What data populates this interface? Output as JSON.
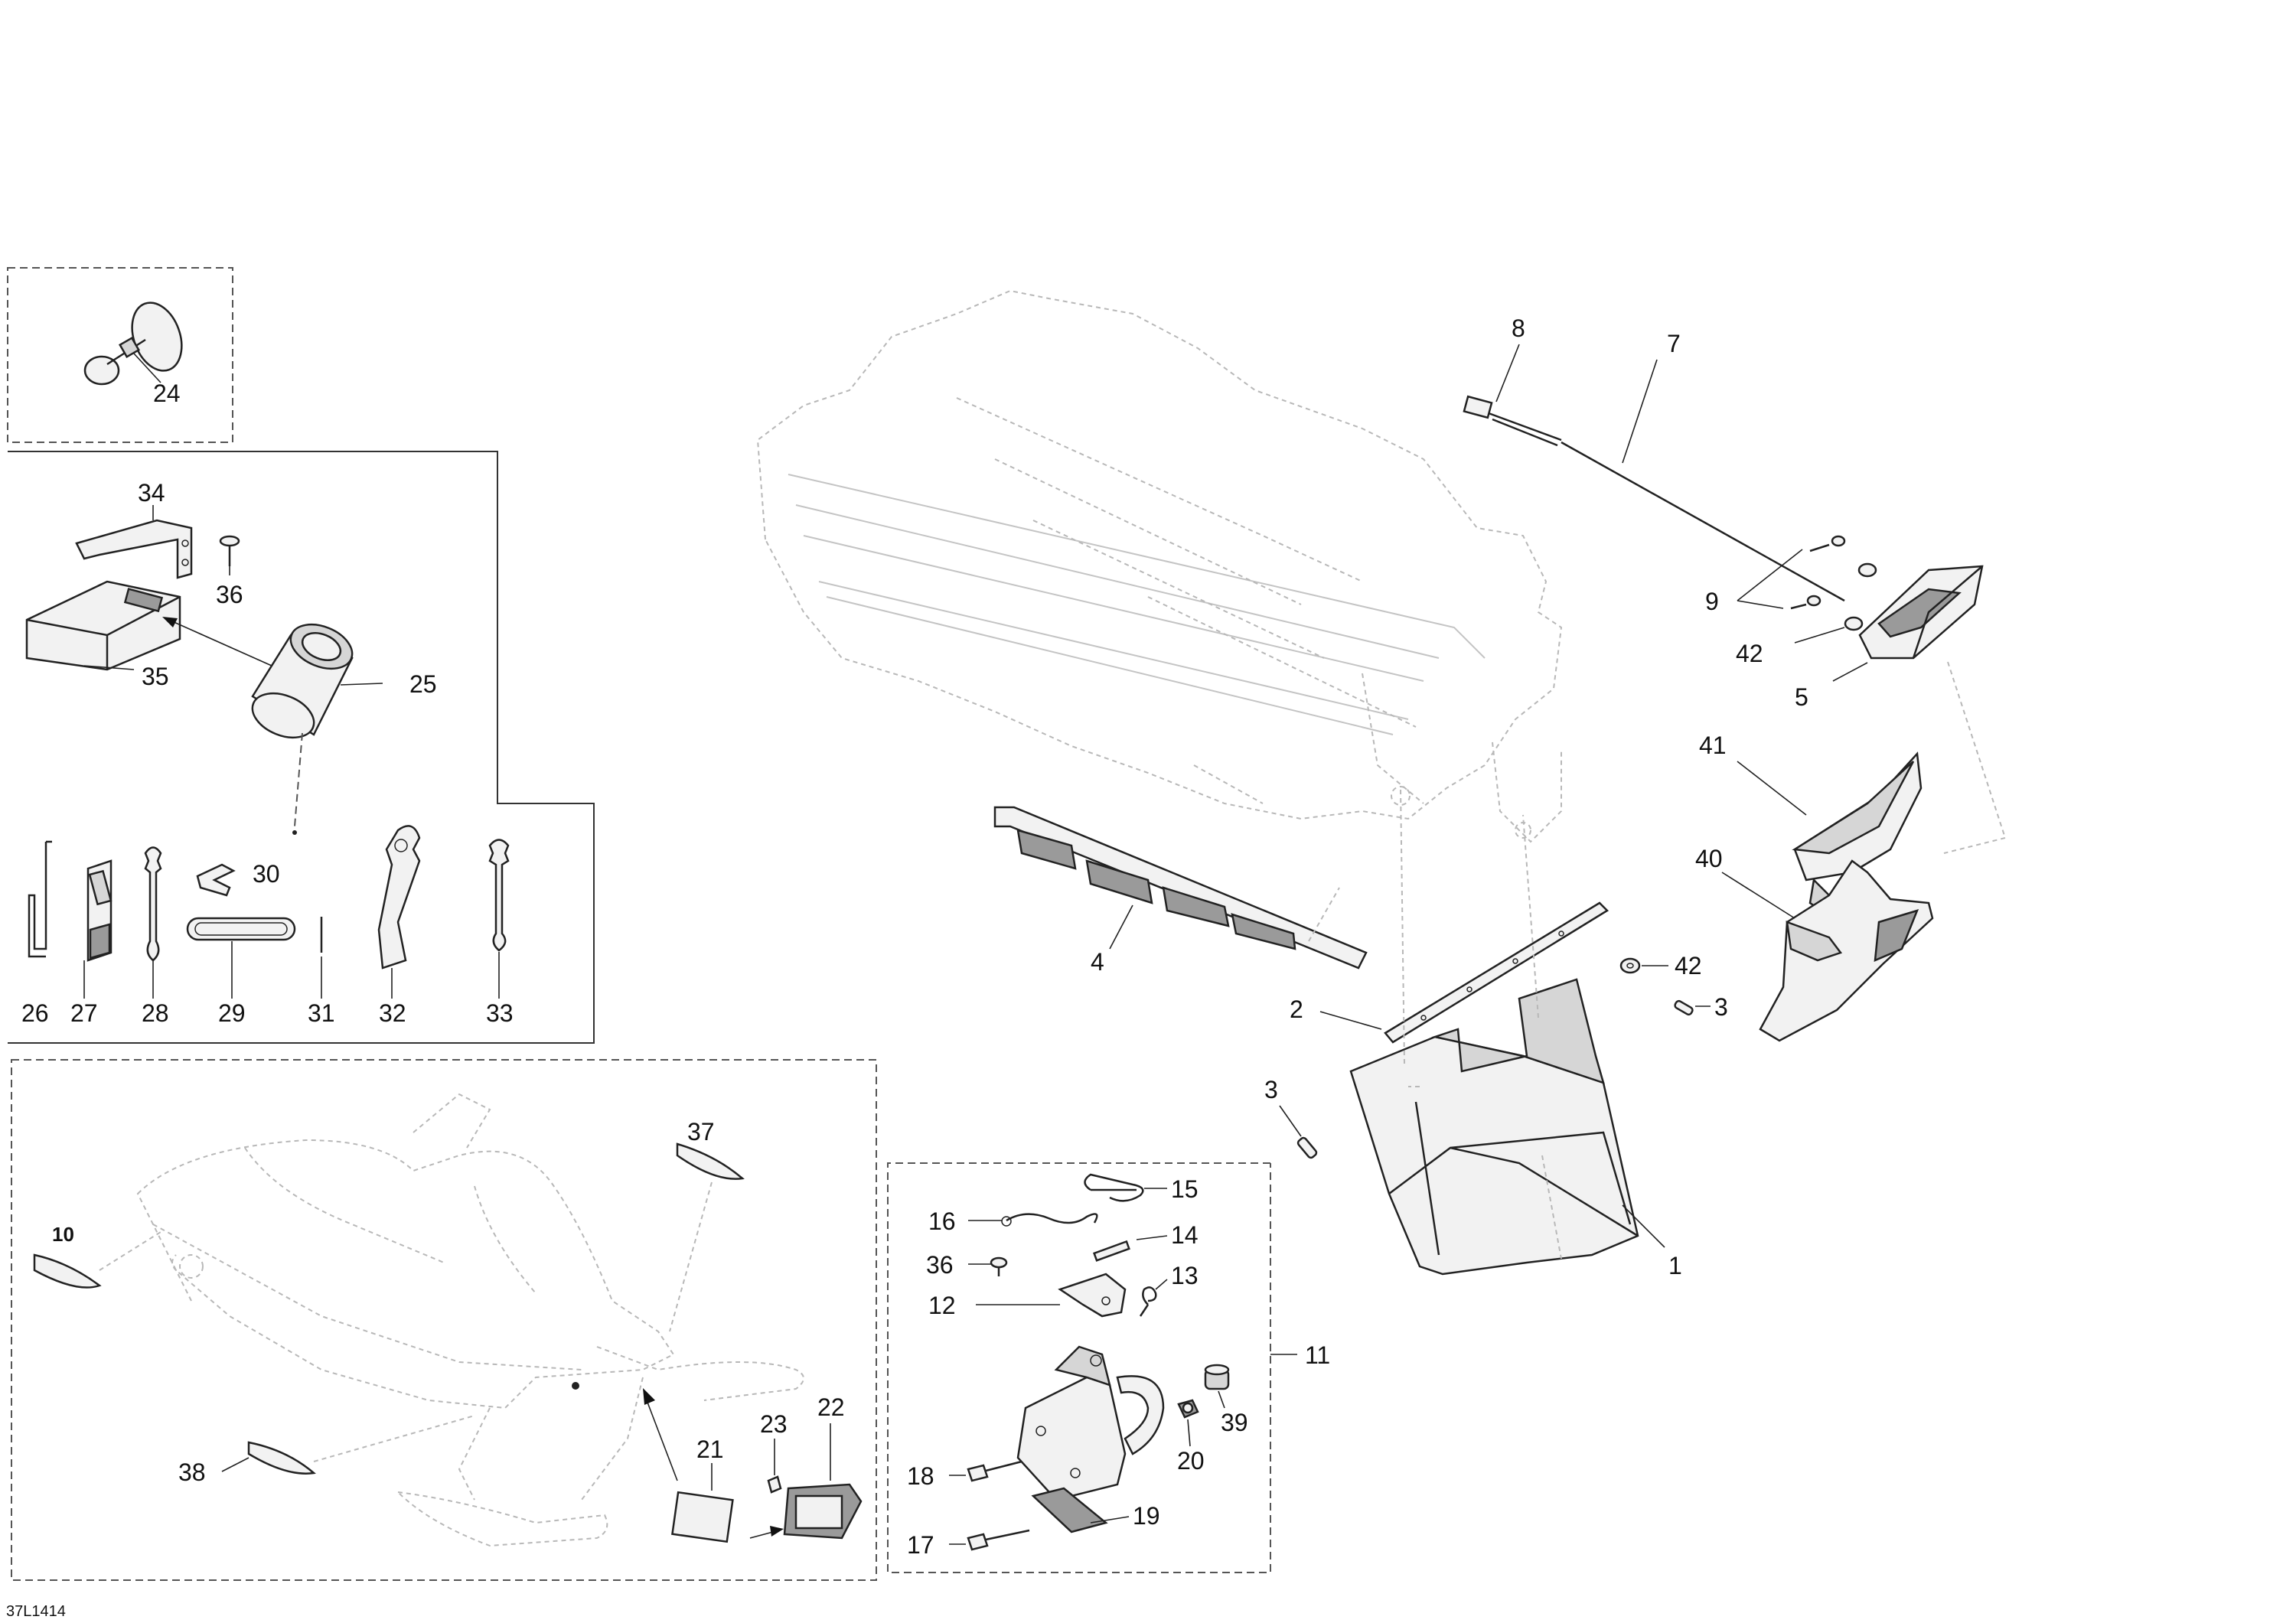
{
  "drawing_code": "37L1414",
  "callouts": {
    "c1": "1",
    "c2": "2",
    "c3a": "3",
    "c3b": "3",
    "c4": "4",
    "c5": "5",
    "c7": "7",
    "c8": "8",
    "c9": "9",
    "c10": "10",
    "c11": "11",
    "c12": "12",
    "c13": "13",
    "c14": "14",
    "c15": "15",
    "c16": "16",
    "c17": "17",
    "c18": "18",
    "c19": "19",
    "c20": "20",
    "c21": "21",
    "c22": "22",
    "c23": "23",
    "c24": "24",
    "c25": "25",
    "c26": "26",
    "c27": "27",
    "c28": "28",
    "c29": "29",
    "c30": "30",
    "c31": "31",
    "c32": "32",
    "c33": "33",
    "c34": "34",
    "c35": "35",
    "c36a": "36",
    "c36b": "36",
    "c37": "37",
    "c38": "38",
    "c39": "39",
    "c40": "40",
    "c41": "41",
    "c42a": "42",
    "c42b": "42"
  },
  "colors": {
    "ink": "#222222",
    "ghost": "#b8b8b8",
    "background": "#ffffff"
  }
}
